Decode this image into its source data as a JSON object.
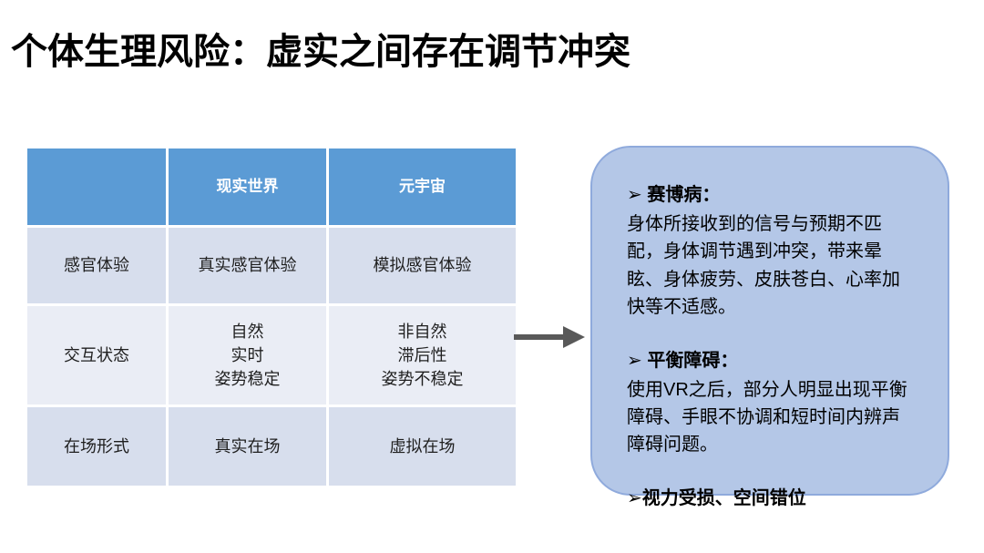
{
  "slide": {
    "title": "个体生理风险：虚实之间存在调节冲突"
  },
  "table": {
    "headers": [
      "",
      "现实世界",
      "元宇宙"
    ],
    "rows": [
      {
        "label": "感官体验",
        "real_world": "真实感官体验",
        "metaverse": "模拟感官体验"
      },
      {
        "label": "交互状态",
        "real_world": "自然\n实时\n姿势稳定",
        "metaverse": "非自然\n滞后性\n姿势不稳定"
      },
      {
        "label": "在场形式",
        "real_world": "真实在场",
        "metaverse": "虚拟在场"
      }
    ]
  },
  "connector": {
    "type": "right-arrow"
  },
  "callout": {
    "bullets": [
      {
        "marker": "➢",
        "heading": " 赛博病：",
        "body": "身体所接收到的信号与预期不匹配，身体调节遇到冲突，带来晕眩、身体疲劳、皮肤苍白、心率加快等不适感。"
      },
      {
        "marker": "➢",
        "heading": " 平衡障碍：",
        "body": "使用VR之后，部分人明显出现平衡障碍、手眼不协调和短时间内辨声障碍问题。"
      },
      {
        "marker": "➢",
        "heading": "视力受损、空间错位",
        "body": ""
      }
    ]
  },
  "colors": {
    "header_blue": "#5B9BD5",
    "band_dark": "#D7DEED",
    "band_light": "#EAEDF5",
    "box_fill": "#B4C7E7",
    "box_border": "#8FAADC",
    "arrow_gray": "#595959",
    "title_color": "#000000",
    "cell_text": "#1F1F1F",
    "header_text": "#FFFFFF"
  }
}
